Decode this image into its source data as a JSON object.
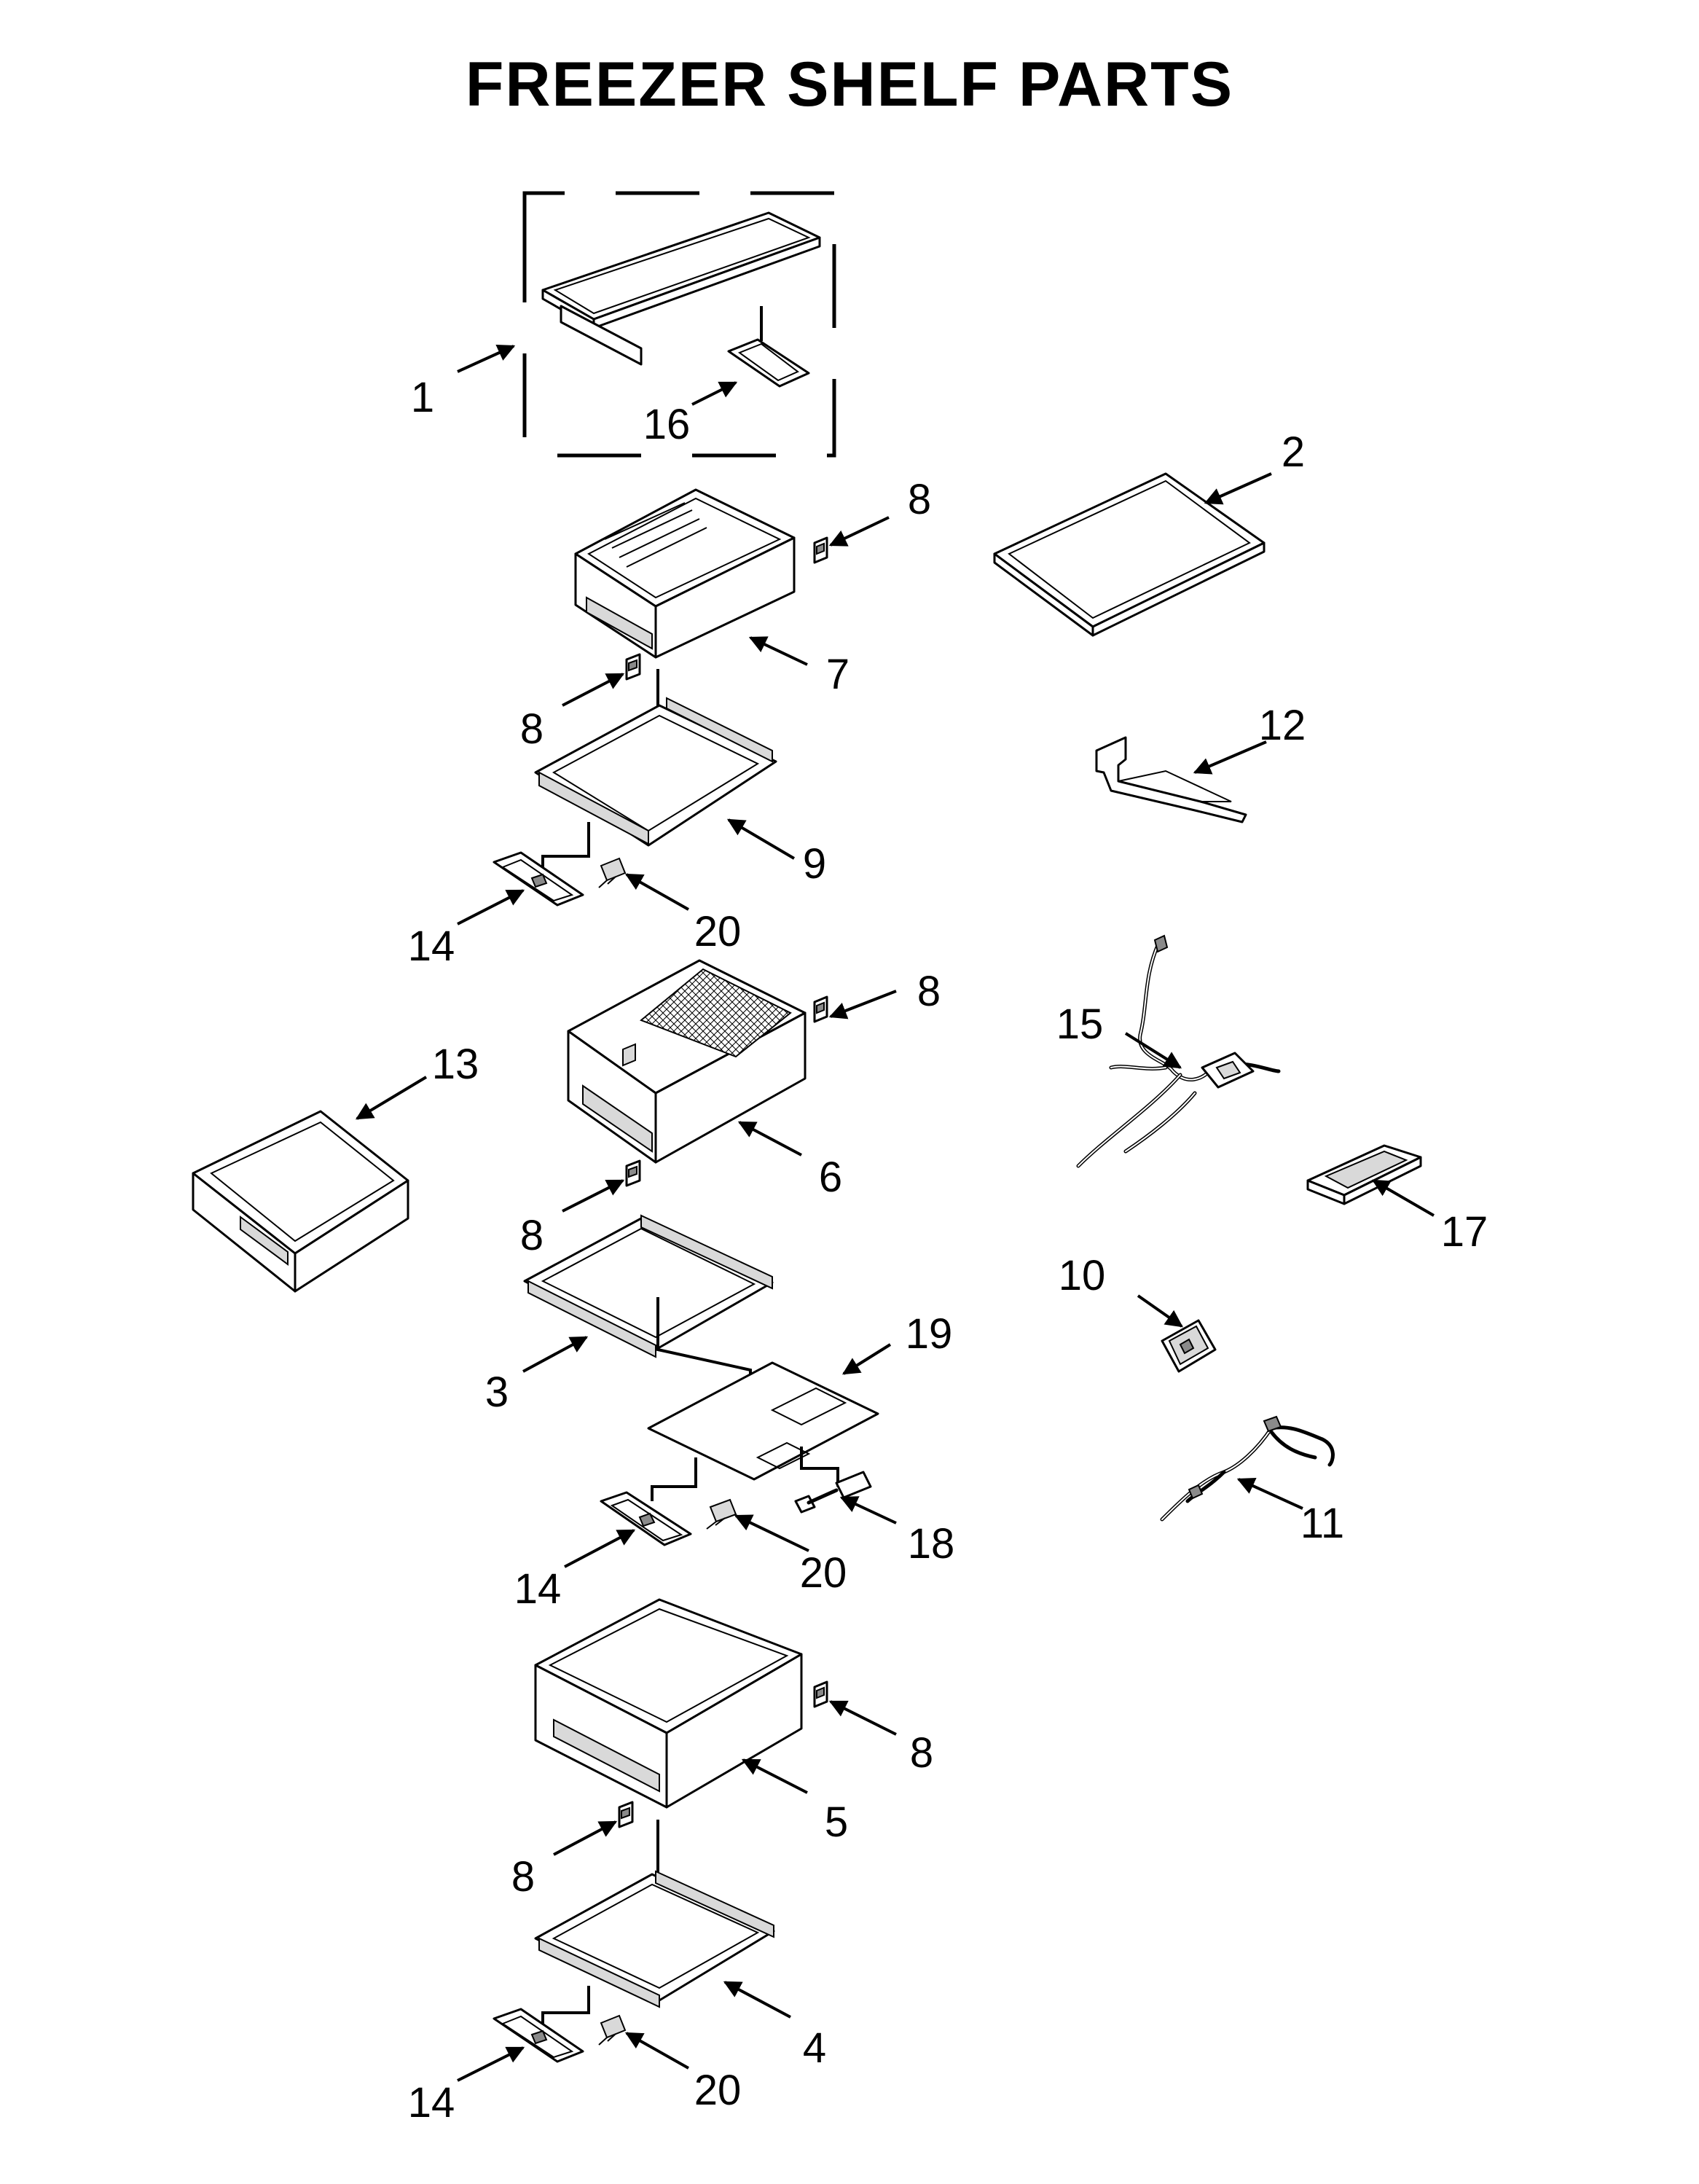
{
  "title": "FREEZER SHELF PARTS",
  "callouts": {
    "c1": "1",
    "c2": "2",
    "c3": "3",
    "c4": "4",
    "c5": "5",
    "c6": "6",
    "c7": "7",
    "c8a": "8",
    "c8b": "8",
    "c8c": "8",
    "c8d": "8",
    "c8e": "8",
    "c8f": "8",
    "c9": "9",
    "c10": "10",
    "c11": "11",
    "c12": "12",
    "c13": "13",
    "c14a": "14",
    "c14b": "14",
    "c14c": "14",
    "c15": "15",
    "c16": "16",
    "c17": "17",
    "c18": "18",
    "c19": "19",
    "c20a": "20",
    "c20b": "20",
    "c20c": "20"
  }
}
